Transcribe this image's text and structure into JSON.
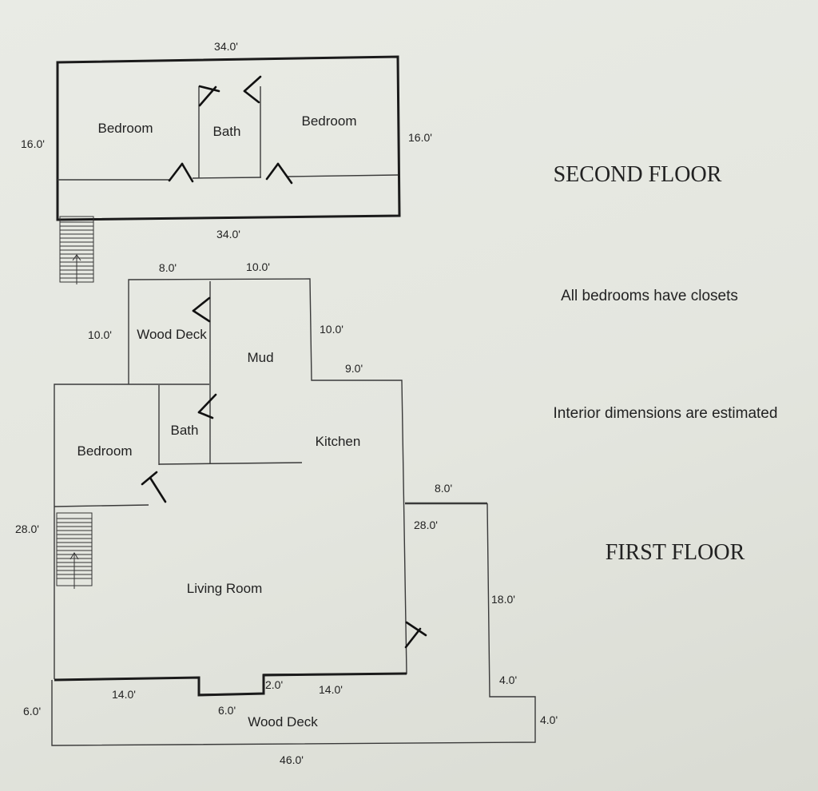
{
  "headings": {
    "second_floor": "SECOND FLOOR",
    "first_floor": "FIRST FLOOR"
  },
  "notes": {
    "closets": "All bedrooms have closets",
    "interior": "Interior dimensions are estimated"
  },
  "second_floor": {
    "rooms": {
      "bedroom_left": "Bedroom",
      "bath": "Bath",
      "bedroom_right": "Bedroom"
    },
    "dimensions": {
      "top": "34.0'",
      "bottom": "34.0'",
      "left": "16.0'",
      "right": "16.0'"
    }
  },
  "first_floor": {
    "rooms": {
      "wood_deck_top": "Wood Deck",
      "mud": "Mud",
      "bath": "Bath",
      "bedroom": "Bedroom",
      "kitchen": "Kitchen",
      "living_room": "Living Room",
      "wood_deck_bottom": "Wood Deck"
    },
    "dimensions": {
      "deck_top_width": "8.0'",
      "mud_top_width": "10.0'",
      "deck_left_height": "10.0'",
      "mud_right_height": "10.0'",
      "kitchen_step": "9.0'",
      "left_wall": "28.0'",
      "kitchen_right": "28.0'",
      "wing_top": "8.0'",
      "wing_right": "18.0'",
      "wing_step": "4.0'",
      "deck_right": "4.0'",
      "bottom_left_run": "14.0'",
      "notch_depth": "2.0'",
      "bottom_right_run": "14.0'",
      "deck_left": "6.0'",
      "notch_width": "6.0'",
      "total_width": "46.0'"
    }
  }
}
